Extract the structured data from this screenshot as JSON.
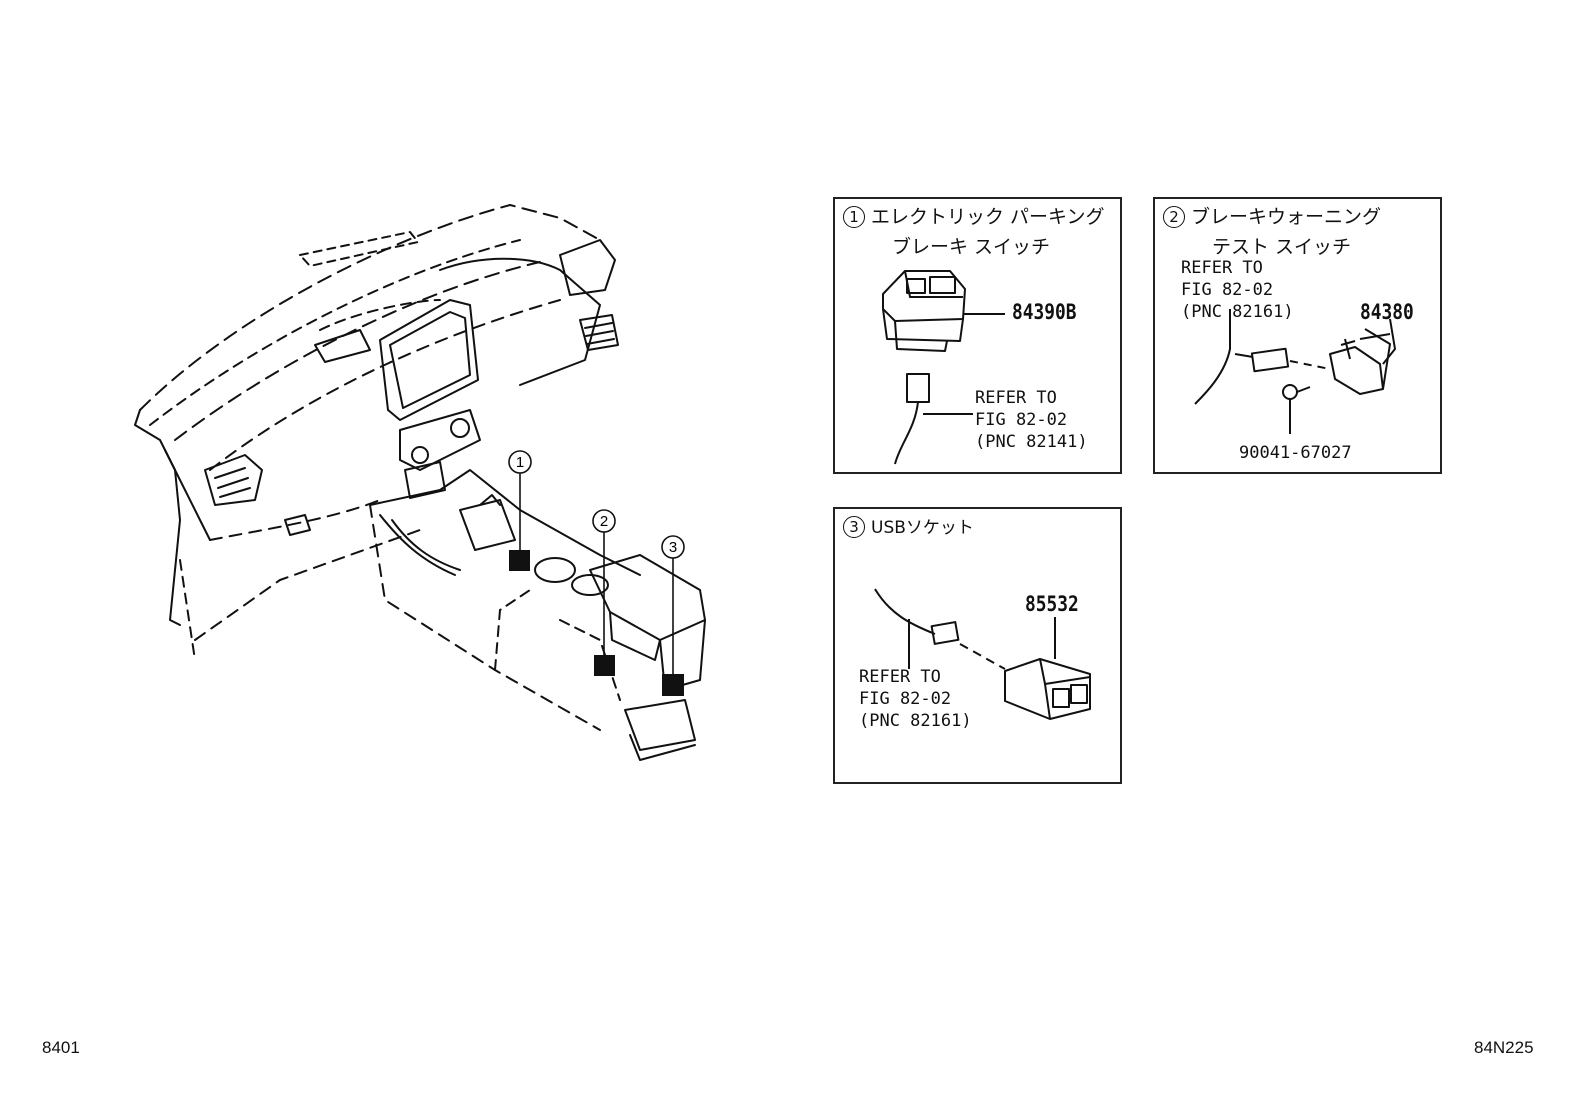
{
  "panels": {
    "p1": {
      "num": "1",
      "title_line1": "エレクトリック パーキング",
      "title_line2": "ブレーキ スイッチ",
      "part_number": "84390B",
      "ref_line1": "REFER TO",
      "ref_line2": "FIG 82-02",
      "ref_line3": "(PNC 82141)"
    },
    "p2": {
      "num": "2",
      "title_line1": "ブレーキウォーニング",
      "title_line2": "テスト スイッチ",
      "part_number": "84380",
      "part_number2": "90041-67027",
      "ref_line1": "REFER TO",
      "ref_line2": "FIG 82-02",
      "ref_line3": "(PNC 82161)"
    },
    "p3": {
      "num": "3",
      "title_line1": "USBソケット",
      "part_number": "85532",
      "ref_line1": "REFER TO",
      "ref_line2": "FIG 82-02",
      "ref_line3": "(PNC 82161)"
    }
  },
  "callouts": [
    "1",
    "2",
    "3"
  ],
  "footer": {
    "left": "8401",
    "right": "84N225"
  }
}
